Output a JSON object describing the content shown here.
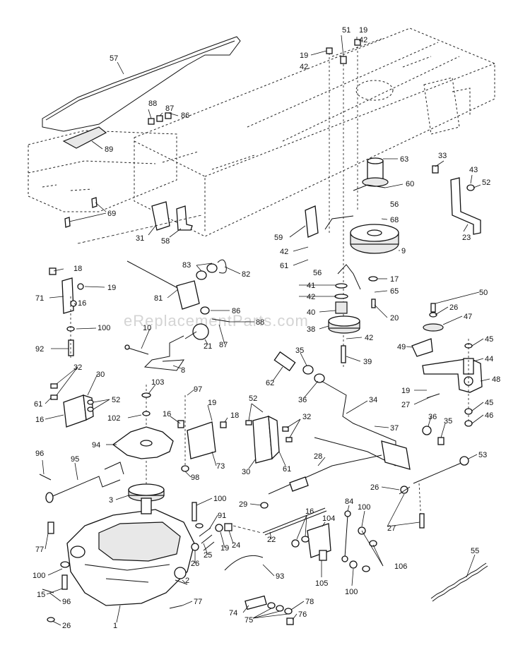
{
  "watermark": "eReplacementParts.com",
  "callouts": [
    {
      "text": "57"
    },
    {
      "text": "89"
    },
    {
      "text": "88"
    },
    {
      "text": "87"
    },
    {
      "text": "86"
    },
    {
      "text": "69"
    },
    {
      "text": "51"
    },
    {
      "text": "19"
    },
    {
      "text": "42"
    },
    {
      "text": "19"
    },
    {
      "text": "42"
    },
    {
      "text": "63"
    },
    {
      "text": "60"
    },
    {
      "text": "56"
    },
    {
      "text": "68"
    },
    {
      "text": "59"
    },
    {
      "text": "42"
    },
    {
      "text": "61"
    },
    {
      "text": "56"
    },
    {
      "text": "9"
    },
    {
      "text": "41"
    },
    {
      "text": "42"
    },
    {
      "text": "40"
    },
    {
      "text": "38"
    },
    {
      "text": "17"
    },
    {
      "text": "65"
    },
    {
      "text": "20"
    },
    {
      "text": "42"
    },
    {
      "text": "39"
    },
    {
      "text": "33"
    },
    {
      "text": "43"
    },
    {
      "text": "52"
    },
    {
      "text": "23"
    },
    {
      "text": "31"
    },
    {
      "text": "58"
    },
    {
      "text": "18"
    },
    {
      "text": "19"
    },
    {
      "text": "71"
    },
    {
      "text": "16"
    },
    {
      "text": "100"
    },
    {
      "text": "92"
    },
    {
      "text": "83"
    },
    {
      "text": "82"
    },
    {
      "text": "81"
    },
    {
      "text": "86"
    },
    {
      "text": "88"
    },
    {
      "text": "10"
    },
    {
      "text": "87"
    },
    {
      "text": "21"
    },
    {
      "text": "8"
    },
    {
      "text": "50"
    },
    {
      "text": "26"
    },
    {
      "text": "47"
    },
    {
      "text": "45"
    },
    {
      "text": "44"
    },
    {
      "text": "49"
    },
    {
      "text": "48"
    },
    {
      "text": "19"
    },
    {
      "text": "27"
    },
    {
      "text": "45"
    },
    {
      "text": "46"
    },
    {
      "text": "35"
    },
    {
      "text": "62"
    },
    {
      "text": "36"
    },
    {
      "text": "34"
    },
    {
      "text": "37"
    },
    {
      "text": "36"
    },
    {
      "text": "35"
    },
    {
      "text": "53"
    },
    {
      "text": "32"
    },
    {
      "text": "30"
    },
    {
      "text": "61"
    },
    {
      "text": "52"
    },
    {
      "text": "16"
    },
    {
      "text": "103"
    },
    {
      "text": "102"
    },
    {
      "text": "97"
    },
    {
      "text": "16"
    },
    {
      "text": "19"
    },
    {
      "text": "18"
    },
    {
      "text": "52"
    },
    {
      "text": "32"
    },
    {
      "text": "30"
    },
    {
      "text": "61"
    },
    {
      "text": "94"
    },
    {
      "text": "73"
    },
    {
      "text": "98"
    },
    {
      "text": "96"
    },
    {
      "text": "95"
    },
    {
      "text": "3"
    },
    {
      "text": "100"
    },
    {
      "text": "91"
    },
    {
      "text": "28"
    },
    {
      "text": "26"
    },
    {
      "text": "27"
    },
    {
      "text": "29"
    },
    {
      "text": "84"
    },
    {
      "text": "100"
    },
    {
      "text": "16"
    },
    {
      "text": "104"
    },
    {
      "text": "22"
    },
    {
      "text": "19"
    },
    {
      "text": "24"
    },
    {
      "text": "25"
    },
    {
      "text": "26"
    },
    {
      "text": "77"
    },
    {
      "text": "100"
    },
    {
      "text": "15"
    },
    {
      "text": "96"
    },
    {
      "text": "26"
    },
    {
      "text": "1"
    },
    {
      "text": "2"
    },
    {
      "text": "93"
    },
    {
      "text": "77"
    },
    {
      "text": "105"
    },
    {
      "text": "100"
    },
    {
      "text": "106"
    },
    {
      "text": "74"
    },
    {
      "text": "75"
    },
    {
      "text": "78"
    },
    {
      "text": "76"
    },
    {
      "text": "55"
    }
  ]
}
